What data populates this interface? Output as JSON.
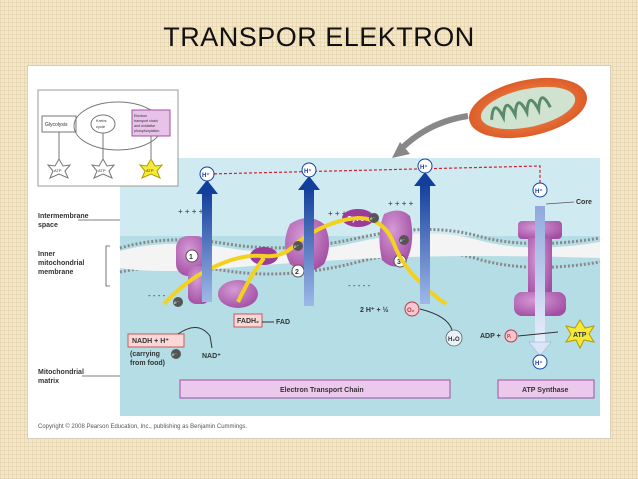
{
  "slide": {
    "title": "TRANSPOR ELEKTRON"
  },
  "labels": {
    "intermembrane": [
      "Intermembrane",
      "space"
    ],
    "inner_membrane": [
      "Inner",
      "mitochondrial",
      "membrane"
    ],
    "matrix": [
      "Mitochondrial",
      "matrix"
    ],
    "core": "Core",
    "nadh": "NADH + H⁺",
    "nadh_note": [
      "(carrying",
      "from food)"
    ],
    "nad": "NAD⁺",
    "fadh2": "FADH₂",
    "fad": "FAD",
    "water_eq": "2 H⁺ + ½",
    "o2": "O₂",
    "h2o": "H₂O",
    "adp": "ADP +",
    "pi": "Pᵢ",
    "atp": "ATP",
    "h_plus": "H⁺",
    "q": "Q",
    "cyt_c": "Cyt c",
    "e_minus": "e⁻",
    "complex_1": "1",
    "complex_2": "2",
    "complex_3": "3",
    "etc_bar": "Electron Transport Chain",
    "atp_synthase_bar": "ATP Synthase",
    "copyright": "Copyright © 2008 Pearson Education, Inc., publishing as Benjamin Cummings."
  },
  "inset": {
    "glycolysis": "Glycolysis",
    "krebs": [
      "Krebs",
      "cycle"
    ],
    "etc": [
      "Electron",
      "transport chain",
      "and oxidative",
      "phosphorylation"
    ],
    "atp": "ATP"
  },
  "colors": {
    "intermembrane_bg": "#cfeaf0",
    "matrix_bg": "#b5dde6",
    "protein": "#b464b4",
    "electron_path": "#f2d21e",
    "proton_arrow": "#1a4aa8",
    "bar_fill": "#ebc8ec",
    "atp_star": "#f5e93a",
    "mito_outer": "#e6602a"
  }
}
